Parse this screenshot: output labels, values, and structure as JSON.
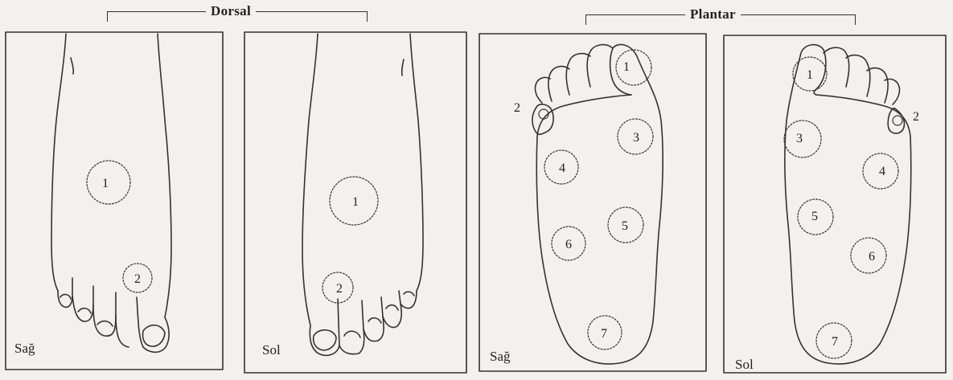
{
  "groups": {
    "dorsal": "Dorsal",
    "plantar": "Plantar"
  },
  "panels": {
    "dorsal_right": {
      "side": "Sağ",
      "points": [
        "1",
        "2"
      ]
    },
    "dorsal_left": {
      "side": "Sol",
      "points": [
        "1",
        "2"
      ]
    },
    "plantar_right": {
      "side": "Sağ",
      "points": [
        "1",
        "2",
        "3",
        "4",
        "5",
        "6",
        "7"
      ]
    },
    "plantar_left": {
      "side": "Sol",
      "points": [
        "1",
        "2",
        "3",
        "4",
        "5",
        "6",
        "7"
      ]
    }
  },
  "colors": {
    "ink": "#333333",
    "paper": "#f2f1ed"
  }
}
